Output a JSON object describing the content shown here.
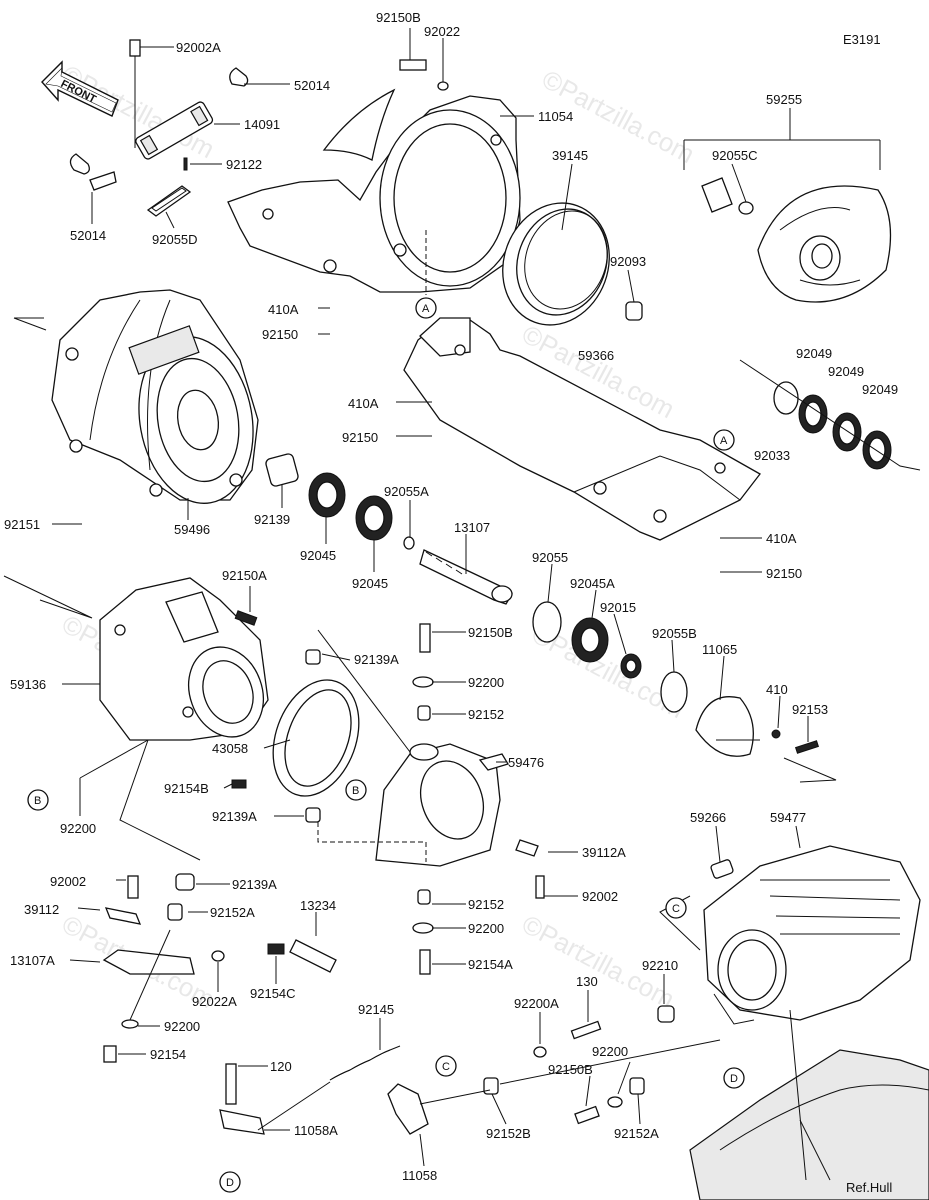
{
  "diagram_code": "E3191",
  "front_label": "FRONT",
  "watermark": "©Partzilla.com",
  "ref_label": "Ref.Hull",
  "ref_letters": [
    "A",
    "B",
    "C",
    "D"
  ],
  "parts": {
    "p92002A": "92002A",
    "p52014a": "52014",
    "p14091": "14091",
    "p92122": "92122",
    "p52014b": "52014",
    "p92055D": "92055D",
    "p92150B_top": "92150B",
    "p92022": "92022",
    "p11054": "11054",
    "p39145": "39145",
    "p59255": "59255",
    "p92055C": "92055C",
    "p92093": "92093",
    "p410A_a": "410A",
    "p92150_a": "92150",
    "p59366": "59366",
    "p410A_b": "410A",
    "p92150_b": "92150",
    "p92049a": "92049",
    "p92049b": "92049",
    "p92049c": "92049",
    "p92033": "92033",
    "p410A_c": "410A",
    "p92150_c": "92150",
    "p92151": "92151",
    "p59496": "59496",
    "p92139": "92139",
    "p92045a": "92045",
    "p92045b": "92045",
    "p92055A": "92055A",
    "p13107": "13107",
    "p92055": "92055",
    "p92045A": "92045A",
    "p92015": "92015",
    "p92055B": "92055B",
    "p11065": "11065",
    "p410": "410",
    "p92153": "92153",
    "p92150A": "92150A",
    "p59136": "59136",
    "p92150B_mid": "92150B",
    "p92139A_a": "92139A",
    "p92200_a": "92200",
    "p92152_a": "92152",
    "p43058": "43058",
    "p59476": "59476",
    "p92154B": "92154B",
    "p92139A_b": "92139A",
    "p39112A": "39112A",
    "p92200_b": "92200",
    "p92002_a": "92002",
    "p92139A_c": "92139A",
    "p92002_b": "92002",
    "p39112": "39112",
    "p92152A_a": "92152A",
    "p13234": "13234",
    "p92152_b": "92152",
    "p92200_c": "92200",
    "p13107A": "13107A",
    "p92154A": "92154A",
    "p92022A": "92022A",
    "p92154C": "92154C",
    "p92200_d": "92200",
    "p92154": "92154",
    "p59266": "59266",
    "p59477": "59477",
    "p92210": "92210",
    "p130": "130",
    "p92145": "92145",
    "p92200A": "92200A",
    "p120": "120",
    "p11058A": "11058A",
    "p92152B": "92152B",
    "p11058": "11058",
    "p92150B_bot": "92150B",
    "p92200_e": "92200",
    "p92152A_b": "92152A"
  }
}
